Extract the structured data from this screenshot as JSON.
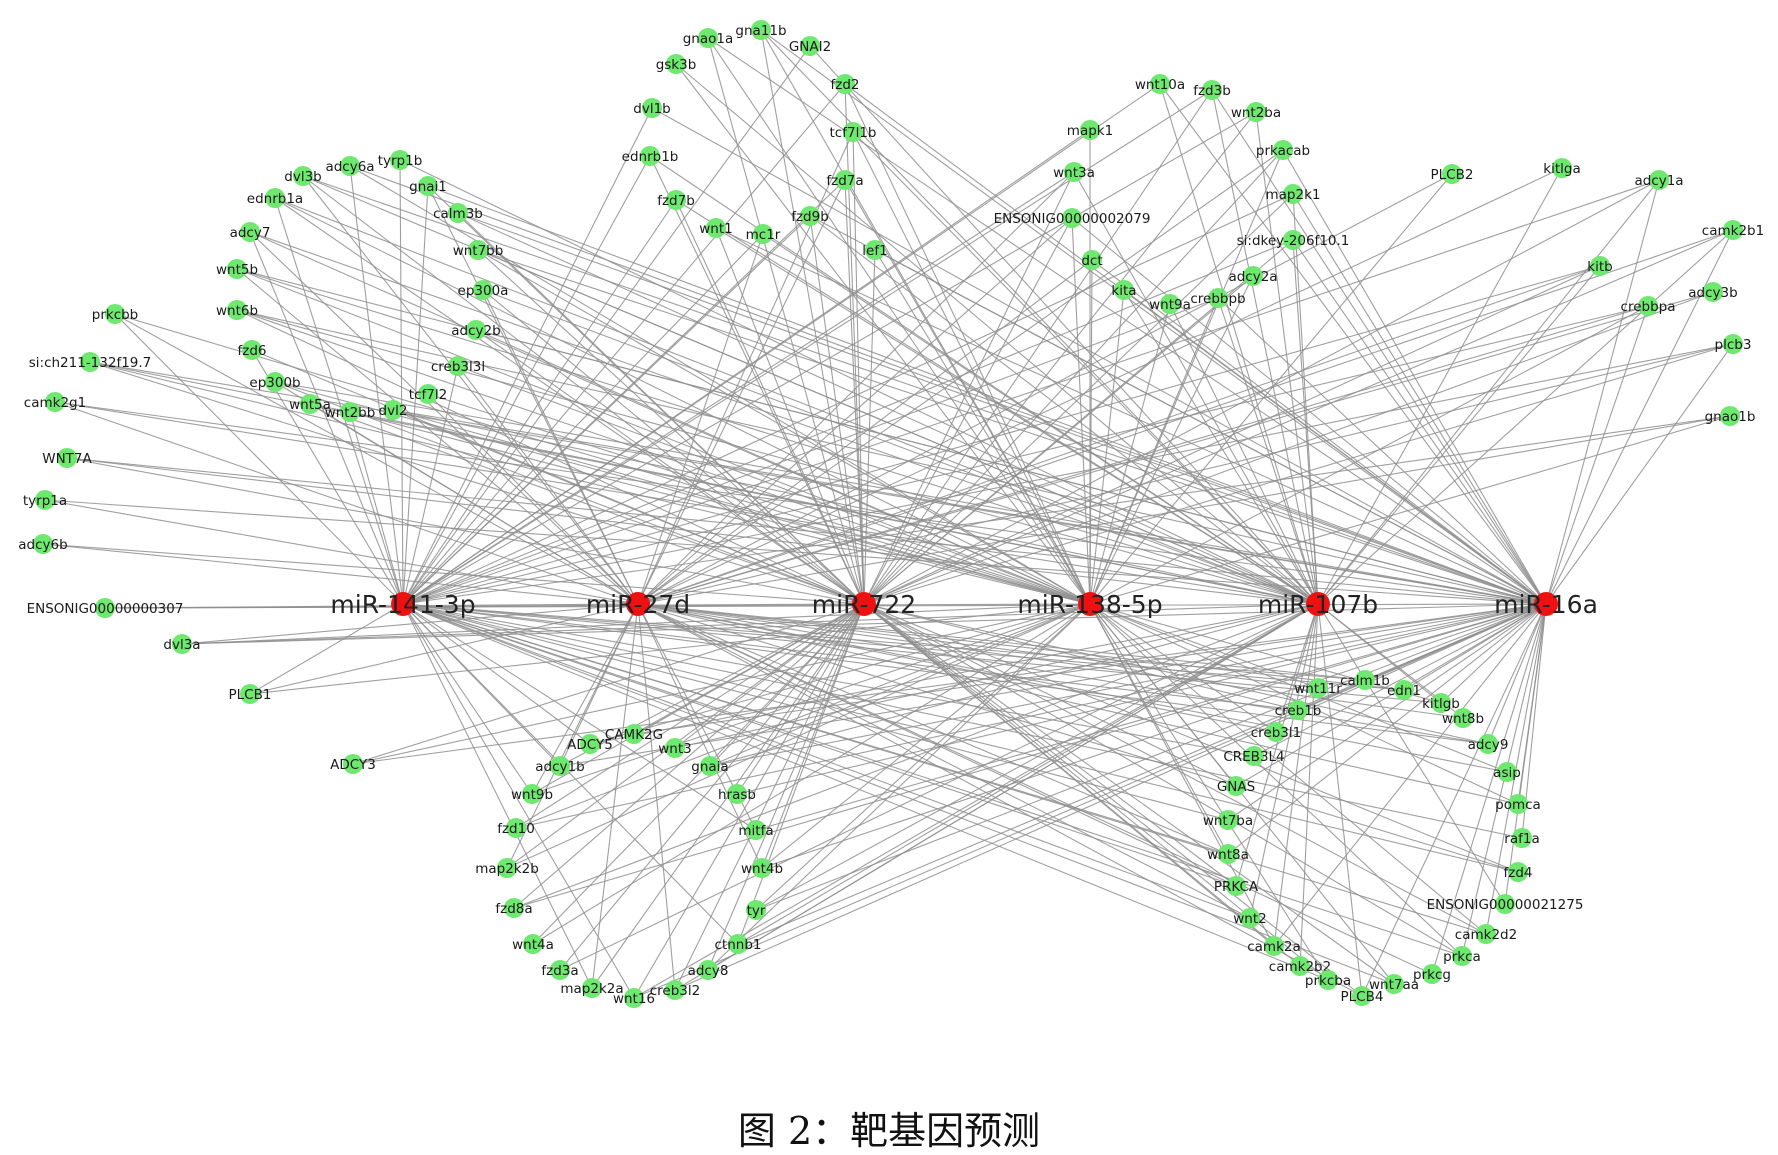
{
  "colors": {
    "mirna_node": "#ee1111",
    "target_node": "#6ee86e",
    "edge": "#8f8f8f"
  },
  "caption": "图 2：靶基因预测",
  "mirnas": [
    "miR-141-3p",
    "miR-27d",
    "miR-722",
    "miR-138-5p",
    "miR-107b",
    "miR-16a"
  ],
  "targets": [
    "gnao1a",
    "gna11b",
    "GNAI2",
    "gsk3b",
    "fzd2",
    "dvl1b",
    "tcf7l1b",
    "ednrb1b",
    "fzd7a",
    "fzd7b",
    "fzd9b",
    "wnt1",
    "mc1r",
    "lef1",
    "wnt10a",
    "fzd3b",
    "wnt2ba",
    "mapk1",
    "prkacab",
    "wnt3a",
    "ENSONIG00000002079",
    "map2k1",
    "si:dkey-206f10.1",
    "dct",
    "adcy2a",
    "kita",
    "wnt9a",
    "crebbpb",
    "PLCB2",
    "kitlga",
    "adcy1a",
    "camk2b1",
    "kitb",
    "crebbpa",
    "adcy3b",
    "plcb3",
    "gnao1b",
    "tyrp1b",
    "adcy6a",
    "dvl3b",
    "gnai1",
    "ednrb1a",
    "calm3b",
    "adcy7",
    "wnt7bb",
    "wnt5b",
    "ep300a",
    "wnt6b",
    "adcy2b",
    "prkcbb",
    "fzd6",
    "creb3l3l",
    "si:ch211-132f19.7",
    "ep300b",
    "tcf7l2",
    "camk2g1",
    "wnt5a",
    "wnt2bb",
    "dvl2",
    "WNT7A",
    "tyrp1a",
    "adcy6b",
    "ENSONIG00000000307",
    "dvl3a",
    "PLCB1",
    "ADCY3",
    "CAMK2G",
    "ADCY5",
    "wnt3",
    "adcy1b",
    "gnaia",
    "wnt9b",
    "hrasb",
    "fzd10",
    "mitfa",
    "map2k2b",
    "wnt4b",
    "fzd8a",
    "tyr",
    "wnt4a",
    "ctnnb1",
    "fzd3a",
    "adcy8",
    "map2k2a",
    "creb3l2",
    "wnt16",
    "calm1b",
    "wnt11r",
    "edn1",
    "creb1b",
    "kitlgb",
    "wnt8b",
    "creb3l1",
    "adcy9",
    "CREB3L4",
    "asip",
    "GNAS",
    "pomca",
    "wnt7ba",
    "raf1a",
    "wnt8a",
    "fzd4",
    "PRKCA",
    "ENSONIG00000021275",
    "wnt2",
    "camk2d2",
    "camk2a",
    "prkca",
    "camk2b2",
    "prkcg",
    "prkcba",
    "wnt7aa",
    "PLCB4"
  ]
}
